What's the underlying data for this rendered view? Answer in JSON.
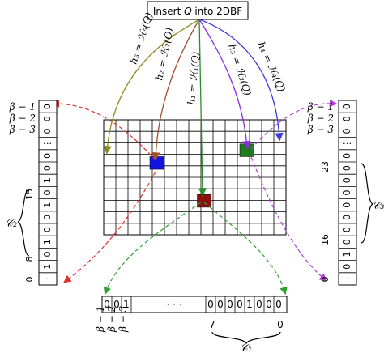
{
  "title": "Insert 𝑄 into 2DBF",
  "hash_labels": [
    {
      "text": "h₁ = ℋ₁(𝑄)",
      "color": "#2e8b2e"
    },
    {
      "text": "h₂ = ℋ₂(𝑄)",
      "color": "#a0522d"
    },
    {
      "text": "h₃ = ℋ₃(𝑄)",
      "color": "#8a2be2"
    },
    {
      "text": "h₄ = ℋ₄(𝑄)",
      "color": "#3a3ae0"
    },
    {
      "text": "h₅ = ℋ₅(𝑄)",
      "color": "#8b8b1a"
    }
  ],
  "grid": {
    "rows": 10,
    "cols": 15
  },
  "highlighted_cells": [
    {
      "name": "green-cell",
      "color": "#1f7a1f"
    },
    {
      "name": "blue-cell",
      "color": "#1414e0"
    },
    {
      "name": "red-cell",
      "color": "#8b1010"
    }
  ],
  "left_vector": {
    "cells": [
      "0",
      "0",
      "0",
      "⋮",
      "0",
      "0",
      "1",
      "0",
      "1",
      "0",
      "0",
      "1",
      "0",
      "1",
      "·"
    ],
    "beta_labels": [
      "β − 1",
      "β − 2",
      "β − 3"
    ],
    "index_labels": [
      "15",
      "8",
      "0"
    ],
    "bracket_label": "𝒞₂"
  },
  "right_vector": {
    "cells": [
      "0",
      "0",
      "0",
      "⋮",
      "0",
      "0",
      "0",
      "0",
      "0",
      "0",
      "0",
      "0",
      "1",
      "0",
      "·"
    ],
    "beta_labels": [
      "β − 1",
      "β − 2",
      "β − 3"
    ],
    "index_labels": [
      "23",
      "16",
      "0"
    ],
    "bracket_label": "𝒞₃"
  },
  "bottom_vector": {
    "left_cells": [
      "0",
      "0",
      "1"
    ],
    "middle": "· · ·",
    "right_cells": [
      "0",
      "0",
      "0",
      "0",
      "1",
      "0",
      "0",
      "0"
    ],
    "beta_labels": [
      "β − 1",
      "β − 2",
      "β − 3"
    ],
    "index_labels": [
      "7",
      "0"
    ],
    "bracket_label": "𝒞₁"
  },
  "colors": {
    "red_dashed": "#e03030",
    "green_dashed": "#30a030",
    "purple_dashed": "#b040d0",
    "arrow_green": "#2e8b2e",
    "arrow_brown": "#a0522d",
    "arrow_purple": "#8a2be2",
    "arrow_blue": "#3a3ae0",
    "arrow_olive": "#8b8b1a"
  }
}
